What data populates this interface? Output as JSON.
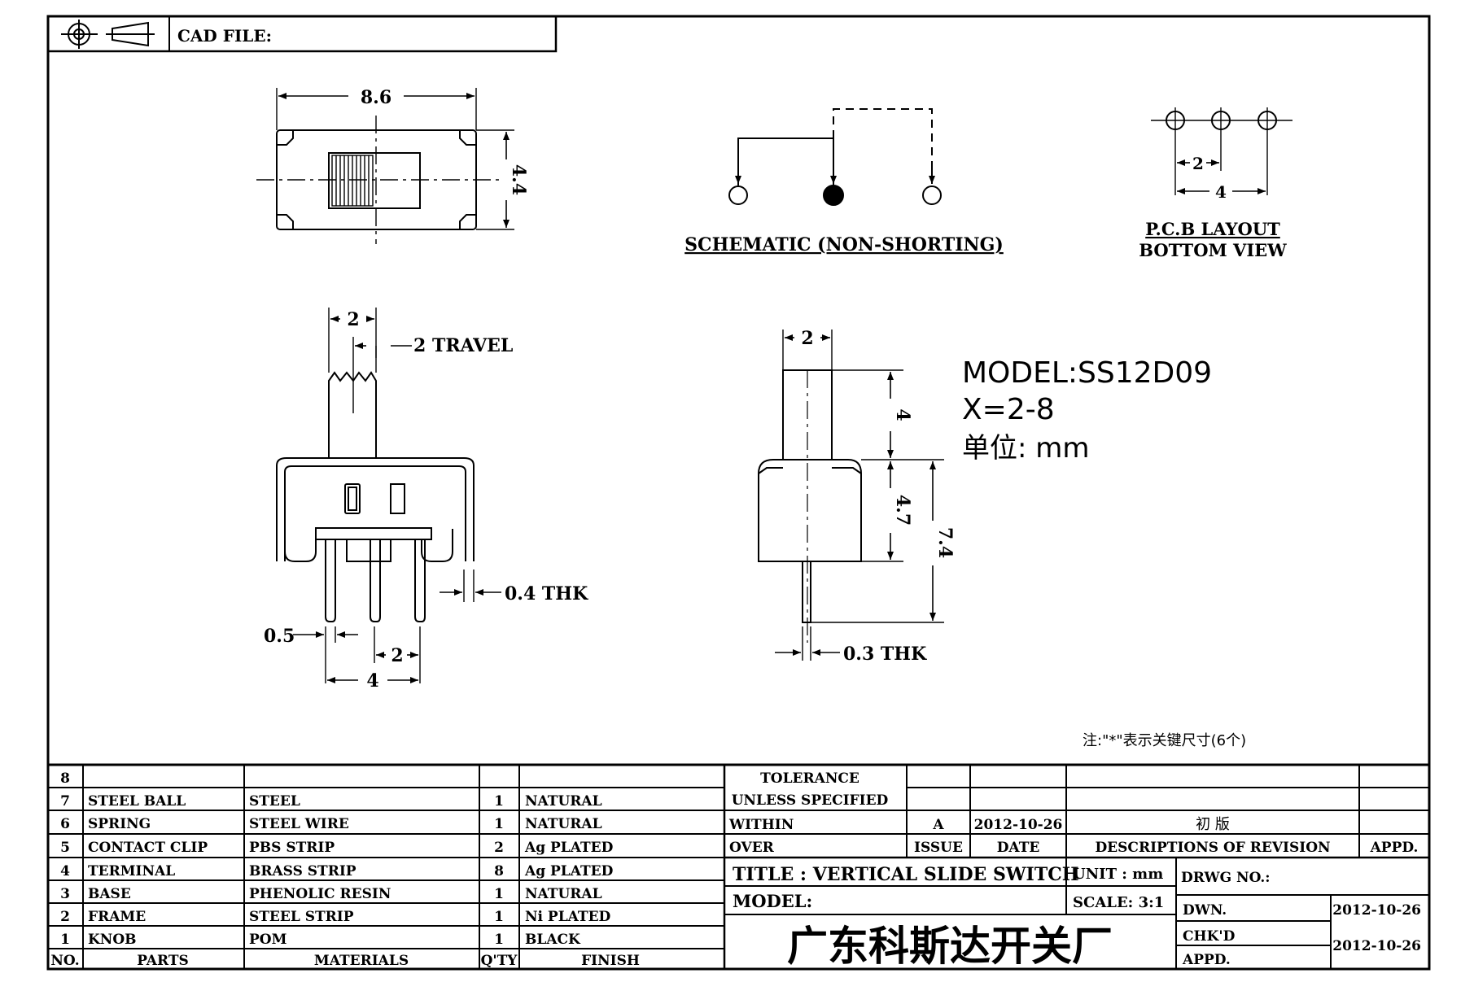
{
  "header": {
    "cad_file_label": "CAD FILE:"
  },
  "dimensions": {
    "top_width": "8.6",
    "top_height": "4.4",
    "side_actuator_width": "2",
    "side_travel": "2 TRAVEL",
    "side_terminal_thk": "0.4 THK",
    "side_terminal_width": "0.5",
    "side_pitch": "2",
    "side_span": "4",
    "end_actuator_width": "2",
    "end_actuator_height": "4",
    "end_body_height": "4.7",
    "end_total_height": "7.4",
    "end_terminal_thk": "0.3 THK",
    "pcb_pitch": "2",
    "pcb_span": "4"
  },
  "schematic_label": "SCHEMATIC (NON-SHORTING)",
  "pcb_layout": {
    "line1": "P.C.B LAYOUT",
    "line2": "BOTTOM VIEW"
  },
  "model_info": {
    "model": "MODEL:SS12D09",
    "x_range": "X=2-8",
    "unit": "单位: mm"
  },
  "note": "注:\"*\"表示关键尺寸(6个)",
  "parts_table": {
    "rows": [
      {
        "no": "8",
        "part": "",
        "material": "",
        "qty": "",
        "finish": ""
      },
      {
        "no": "7",
        "part": "STEEL BALL",
        "material": "STEEL",
        "qty": "1",
        "finish": "NATURAL"
      },
      {
        "no": "6",
        "part": "SPRING",
        "material": "STEEL WIRE",
        "qty": "1",
        "finish": "NATURAL"
      },
      {
        "no": "5",
        "part": "CONTACT CLIP",
        "material": "PBS STRIP",
        "qty": "2",
        "finish": "Ag PLATED"
      },
      {
        "no": "4",
        "part": "TERMINAL",
        "material": "BRASS STRIP",
        "qty": "8",
        "finish": "Ag PLATED"
      },
      {
        "no": "3",
        "part": "BASE",
        "material": "PHENOLIC RESIN",
        "qty": "1",
        "finish": "NATURAL"
      },
      {
        "no": "2",
        "part": "FRAME",
        "material": "STEEL STRIP",
        "qty": "1",
        "finish": "Ni PLATED"
      },
      {
        "no": "1",
        "part": "KNOB",
        "material": "POM",
        "qty": "1",
        "finish": "BLACK"
      }
    ],
    "headers": {
      "no": "NO.",
      "parts": "PARTS",
      "materials": "MATERIALS",
      "qty": "Q'TY",
      "finish": "FINISH"
    }
  },
  "tolerance": {
    "title": "TOLERANCE",
    "line2": "UNLESS SPECIFIED",
    "within": "WITHIN",
    "over": "OVER"
  },
  "revision": {
    "issue_value": "A",
    "date_value": "2012-10-26",
    "description_value": "初 版",
    "issue_label": "ISSUE",
    "date_label": "DATE",
    "description_label": "DESCRIPTIONS OF REVISION",
    "appd_label": "APPD."
  },
  "title_block": {
    "title": "TITLE : VERTICAL SLIDE SWITCH",
    "unit": "UNIT : mm",
    "drwg_no": "DRWG NO.:",
    "model": "MODEL:",
    "scale": "SCALE: 3:1",
    "dwn_label": "DWN.",
    "dwn_date": "2012-10-26",
    "chkd_label": "CHK'D",
    "chkd_date": "2012-10-26",
    "appd_label": "APPD.",
    "company": "广东科斯达开关厂"
  }
}
